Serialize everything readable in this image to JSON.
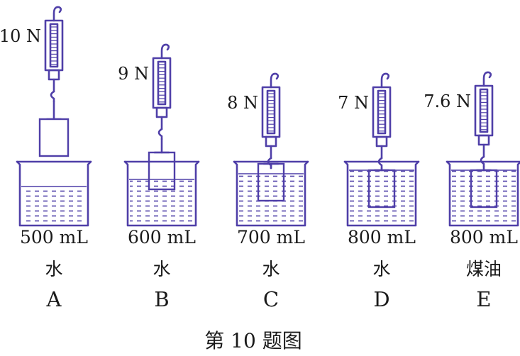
{
  "colors": {
    "ink": "#4f3fa8",
    "text": "#1a1a1a",
    "background": "#ffffff"
  },
  "setups": [
    {
      "force": "10 N",
      "volume": "500 mL",
      "liquid": "水",
      "letter": "A",
      "block_state": "in-air"
    },
    {
      "force": "9 N",
      "volume": "600 mL",
      "liquid": "水",
      "letter": "B",
      "block_state": "partly-submerged"
    },
    {
      "force": "8 N",
      "volume": "700 mL",
      "liquid": "水",
      "letter": "C",
      "block_state": "fully-submerged"
    },
    {
      "force": "7 N",
      "volume": "800 mL",
      "liquid": "水",
      "letter": "D",
      "block_state": "fully-submerged"
    },
    {
      "force": "7.6 N",
      "volume": "800 mL",
      "liquid": "煤油",
      "letter": "E",
      "block_state": "fully-submerged"
    }
  ],
  "caption": "第 10 题图"
}
